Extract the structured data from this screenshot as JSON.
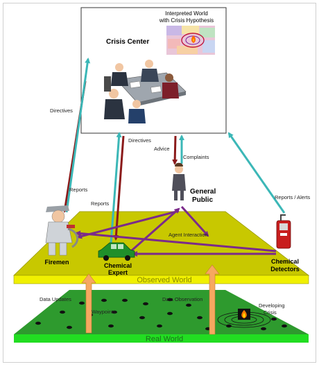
{
  "crisis_center": {
    "title": "Crisis Center",
    "map_caption_line1": "Interpreted World",
    "map_caption_line2": "with Crisis Hypothesis"
  },
  "planes": {
    "observed_label": "Observed World",
    "real_label": "Real World"
  },
  "agents": {
    "firemen": "Firemen",
    "chemical_expert_line1": "Chemical",
    "chemical_expert_line2": "Expert",
    "general_public_line1": "General",
    "general_public_line2": "Public",
    "chemical_detectors_line1": "Chemical",
    "chemical_detectors_line2": "Detectors"
  },
  "flows": {
    "directives_left": "Directives",
    "directives_mid": "Directives",
    "advice": "Advice",
    "complaints": "Complaints",
    "reports_left": "Reports",
    "reports_mid": "Reports",
    "reports_alerts": "Reports / Alerts",
    "agent_interaction": "Agent Interaction",
    "data_updates": "Data Updates",
    "data_observation": "Data Observation",
    "waypoints": "Waypoints",
    "developing_line1": "Developing",
    "developing_line2": "Crisis"
  },
  "colors": {
    "observed_plane": "#c8c800",
    "observed_edge": "#f0f000",
    "real_plane": "#2e9a2e",
    "real_edge": "#22dd22",
    "red_arrow": "#8b1a1a",
    "teal_arrow": "#3bb7b7",
    "purple_arrow": "#7b2a8b",
    "orange_arrow": "#f6a860"
  }
}
